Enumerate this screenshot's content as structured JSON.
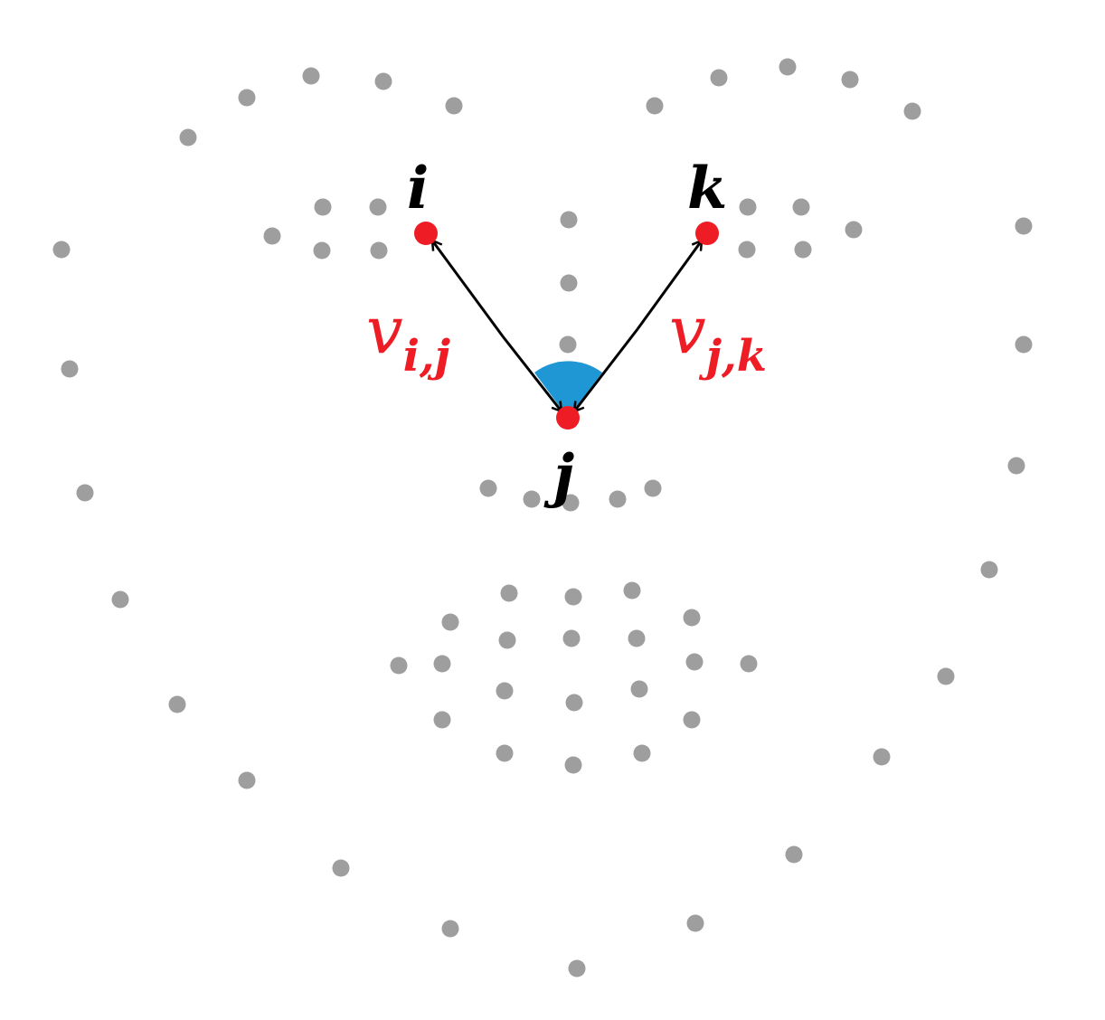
{
  "nodes": {
    "i": {
      "label": "i"
    },
    "j": {
      "label": "j"
    },
    "k": {
      "label": "k"
    }
  },
  "vectors": {
    "v_ij": {
      "symbol": "v",
      "subscript": "i,j"
    },
    "v_jk": {
      "symbol": "v",
      "subscript": "j,k"
    }
  },
  "colors": {
    "landmark": "#9e9e9e",
    "selected_point": "#ee1c24",
    "angle": "#1f97d4",
    "arrow": "#000000",
    "vector_label": "#ee1c24"
  }
}
